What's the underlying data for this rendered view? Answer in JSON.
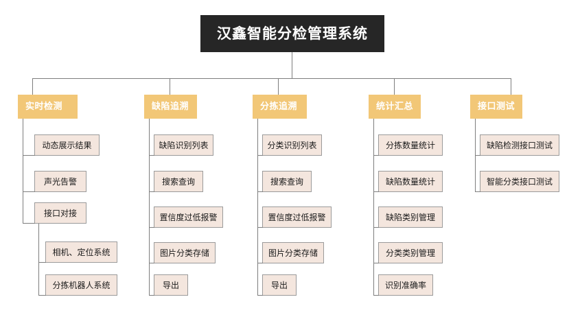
{
  "diagram": {
    "type": "org-chart",
    "title": "汉鑫智能分检管理系统",
    "colors": {
      "root_bg": "#262626",
      "root_text": "#ffffff",
      "category_bg": "#f2c777",
      "category_text": "#ffffff",
      "leaf_bg": "#f4e6de",
      "leaf_border": "#9a9a9a",
      "leaf_text": "#1a1a1a",
      "connector": "#7d7d7d",
      "canvas_bg": "#ffffff"
    },
    "root": {
      "label": "汉鑫智能分检管理系统"
    },
    "columns": [
      {
        "header": "实时检测",
        "items": [
          {
            "label": "动态展示结果",
            "children": []
          },
          {
            "label": "声光告警",
            "children": []
          },
          {
            "label": "接口对接",
            "children": [
              {
                "label": "相机、定位系统"
              },
              {
                "label": "分拣机器人系统"
              }
            ]
          }
        ]
      },
      {
        "header": "缺陷追溯",
        "items": [
          {
            "label": "缺陷识别列表",
            "children": []
          },
          {
            "label": "搜索查询",
            "children": []
          },
          {
            "label": "置信度过低报警",
            "children": []
          },
          {
            "label": "图片分类存储",
            "children": []
          },
          {
            "label": "导出",
            "children": []
          }
        ]
      },
      {
        "header": "分拣追溯",
        "items": [
          {
            "label": "分类识别列表",
            "children": []
          },
          {
            "label": "搜索查询",
            "children": []
          },
          {
            "label": "置信度过低报警",
            "children": []
          },
          {
            "label": "图片分类存储",
            "children": []
          },
          {
            "label": "导出",
            "children": []
          }
        ]
      },
      {
        "header": "统计汇总",
        "items": [
          {
            "label": "分拣数量统计",
            "children": []
          },
          {
            "label": "缺陷数量统计",
            "children": []
          },
          {
            "label": "缺陷类别管理",
            "children": []
          },
          {
            "label": "分类类别管理",
            "children": []
          },
          {
            "label": "识别准确率",
            "children": []
          }
        ]
      },
      {
        "header": "接口测试",
        "items": [
          {
            "label": "缺陷检测接口测试",
            "children": []
          },
          {
            "label": "智能分类接口测试",
            "children": []
          }
        ]
      }
    ]
  }
}
